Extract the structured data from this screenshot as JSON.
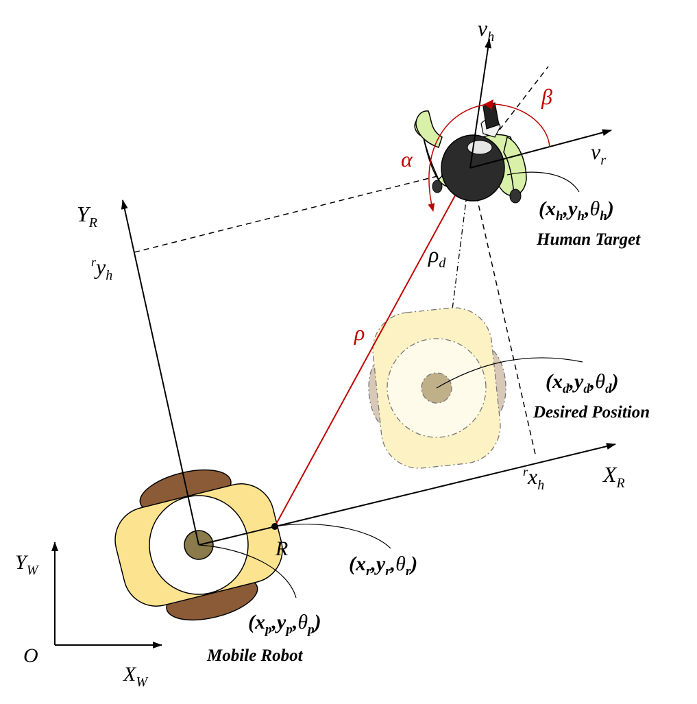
{
  "labels": {
    "world_origin": "O",
    "world_x_axis": "X",
    "world_x_axis_sub": "W",
    "world_y_axis": "Y",
    "world_y_axis_sub": "W",
    "robot_x_axis": "X",
    "robot_x_axis_sub": "R",
    "robot_y_axis": "Y",
    "robot_y_axis_sub": "R",
    "rx_h_pre": "r",
    "rx_h": "x",
    "rx_h_sub": "h",
    "ry_h_pre": "r",
    "ry_h": "y",
    "ry_h_sub": "h",
    "point_r": "R",
    "v_h": "v",
    "v_h_sub": "h",
    "v_r": "v",
    "v_r_sub": "r",
    "alpha": "α",
    "beta": "β",
    "rho": "ρ",
    "rho_d": "ρ",
    "rho_d_sub": "d",
    "human_target_name": "Human Target",
    "desired_position_name": "Desired Position",
    "mobile_robot_name": "Mobile Robot",
    "pose_sep": ",",
    "pose_open": "(",
    "pose_close": ")",
    "pose_x": "x",
    "pose_y": "y",
    "pose_theta": "θ",
    "human_sub": "h",
    "desired_sub": "d",
    "robot_ref_sub": "r",
    "robot_center_sub": "p"
  },
  "colors": {
    "line": "#000000",
    "accent_red": "#c00000",
    "robot_body": "#fbe38f",
    "robot_wheel": "#8b5a36",
    "robot_hub": "#8b7a4a",
    "desired_body": "#fdf2c4",
    "desired_wheel": "#d8c8b8",
    "human_shirt": "#d9f0a8",
    "human_head": "#2b2b2b"
  }
}
